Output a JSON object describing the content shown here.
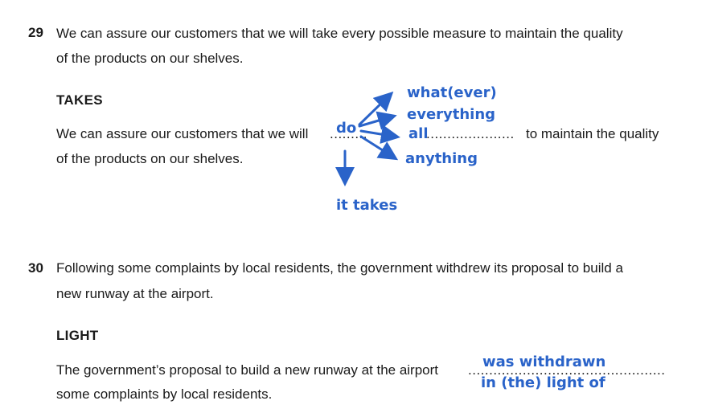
{
  "questions": [
    {
      "number": "29",
      "prompt_line1": "We can assure our customers that we will take every possible measure to maintain the quality",
      "prompt_line2": "of the products on our shelves.",
      "keyword": "TAKES",
      "answer_before": "We can assure our customers that we will",
      "answer_dots_left": ".........",
      "answer_dots_right": ".....................",
      "answer_after": "to maintain the quality",
      "answer_line2": "of the products on our shelves.",
      "handwriting": {
        "do": "do",
        "whatever": "what(ever)",
        "everything": "everything",
        "all": "all",
        "anything": "anything",
        "it_takes": "it takes"
      }
    },
    {
      "number": "30",
      "prompt_line1": "Following some complaints by local residents, the government withdrew its proposal to build a",
      "prompt_line2": "new runway at the airport.",
      "keyword": "LIGHT",
      "answer_before": "The government’s proposal to build a new runway at the airport",
      "answer_dots": "...............................................",
      "answer_line2": "some complaints by local residents.",
      "handwriting": {
        "line1": "was withdrawn",
        "line2": "in (the) light of"
      }
    }
  ],
  "colors": {
    "text": "#1a1a1a",
    "handwriting": "#2a63c9"
  }
}
